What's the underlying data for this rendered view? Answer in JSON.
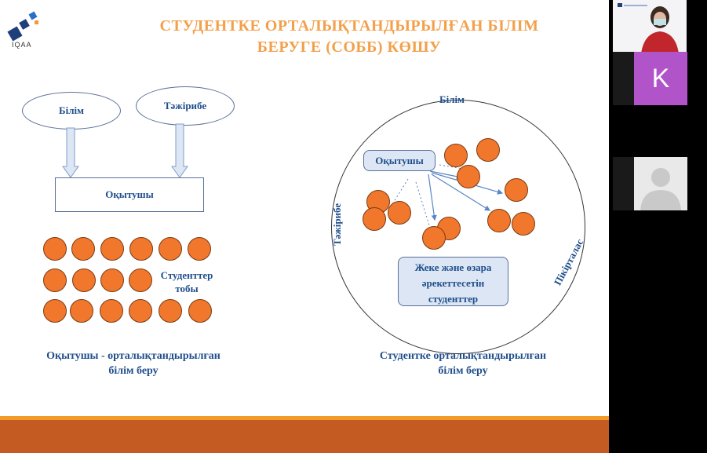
{
  "slide": {
    "logo_text": "IQAA",
    "title_line1": "СТУДЕНТКЕ ОРТАЛЫҚТАНДЫРЫЛҒАН БІЛІМ",
    "title_line2": "БЕРУГЕ  (СОББ) КӨШУ",
    "left": {
      "ellipse1": "Білім",
      "ellipse2": "Тәжірибе",
      "teacher_box": "Оқытушы",
      "group_label_line1": "Студенттер",
      "group_label_line2": "тобы",
      "caption_line1": "Оқытушы - орталықтандырылған",
      "caption_line2": "білім беру"
    },
    "right": {
      "top_label": "Білім",
      "left_label": "Тәжірибе",
      "right_label": "Пікірталас",
      "teacher_box": "Оқытушы",
      "students_box_line1": "Жеке және өзара",
      "students_box_line2": "әрекеттесетін",
      "students_box_line3": "студенттер",
      "caption_line1": "Студентке орталықтандырылған",
      "caption_line2": "білім беру"
    }
  },
  "participants": {
    "tile_k_letter": "K"
  },
  "colors": {
    "title": "#f3a04a",
    "text_blue": "#1f4e8c",
    "dot_orange": "#f1772d",
    "bar_light": "#f39a2a",
    "bar_dark": "#c45b22",
    "avatar_purple": "#b153c9"
  }
}
